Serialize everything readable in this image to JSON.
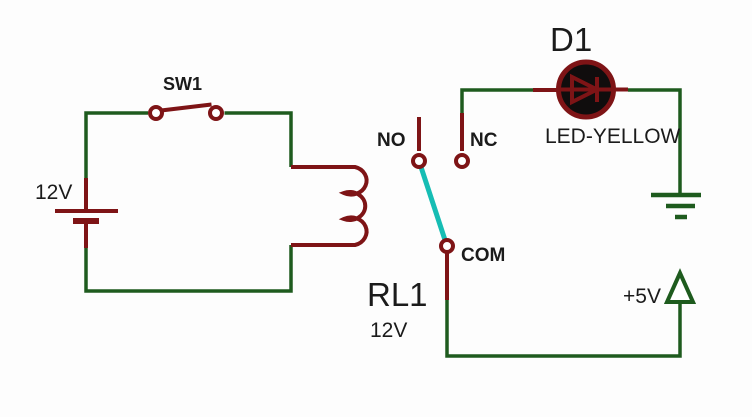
{
  "colors": {
    "background": "#FDFDFD",
    "wire_green": "#1E5B1E",
    "component_red": "#7E1416",
    "contact_teal": "#16BDB4",
    "text_black": "#1B1B1B",
    "led_body_fill": "#100D0D"
  },
  "components": {
    "battery": {
      "value": "12V"
    },
    "switch": {
      "ref": "SW1"
    },
    "relay": {
      "ref": "RL1",
      "value": "12V",
      "contacts": {
        "no": "NO",
        "nc": "NC",
        "com": "COM"
      }
    },
    "led": {
      "ref": "D1",
      "model": "LED-YELLOW"
    },
    "power": {
      "net": "+5V"
    }
  }
}
